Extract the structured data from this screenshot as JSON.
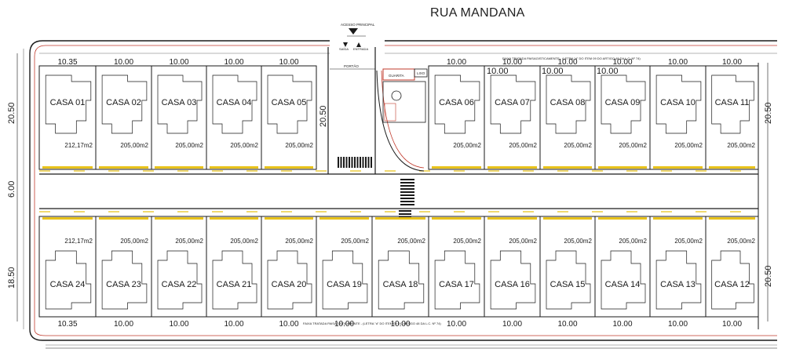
{
  "street_name": "RUA MANDANA",
  "access_label": "ACESSO PRINCIPAL",
  "access_in": "ENTRADA",
  "access_out": "SAÍDA",
  "gate_label": "PORTÃO",
  "guardhouse_label": "GUARITA",
  "trash_label": "LIXO",
  "easement_note_top": "FAIXA TRATADA PAISAGISTICAMENTE - (LETRA \"d\" DO ITEM 09 DO ARTIGO 48 DA L.C. Nº 74)",
  "easement_note_bottom": "FAIXA TRATADA PAISAGISTICAMENTE - (LETRA \"d\" DO ITEM 09 DO ARTIGO 48 DA L.C. Nº 74)",
  "dimensions": {
    "depth_top": "20.50",
    "street_width": "6.00",
    "depth_bottom": "18.50",
    "depth_right_top": "20.50",
    "depth_right_bottom": "20.50",
    "depth_center": "20.50"
  },
  "top_row": [
    {
      "name": "CASA 01",
      "area": "212,17m2",
      "front": "10.35"
    },
    {
      "name": "CASA 02",
      "area": "205,00m2",
      "front": "10.00"
    },
    {
      "name": "CASA 03",
      "area": "205,00m2",
      "front": "10.00"
    },
    {
      "name": "CASA 04",
      "area": "205,00m2",
      "front": "10.00"
    },
    {
      "name": "CASA 05",
      "area": "205,00m2",
      "front": "10.00"
    },
    {
      "name": "CASA 06",
      "area": "205,00m2",
      "front": "10.00"
    },
    {
      "name": "CASA 07",
      "area": "205,00m2",
      "front": "10.00"
    },
    {
      "name": "CASA 08",
      "area": "205,00m2",
      "front": "10.00"
    },
    {
      "name": "CASA 09",
      "area": "205,00m2",
      "front": "10.00"
    },
    {
      "name": "CASA 10",
      "area": "205,00m2",
      "front": "10.00"
    },
    {
      "name": "CASA 11",
      "area": "205,00m2",
      "front": "10.00"
    }
  ],
  "top_inner_dims": [
    "10.00",
    "10.00",
    "10.00"
  ],
  "bottom_row": [
    {
      "name": "CASA 24",
      "area": "212,17m2",
      "front": "10.35"
    },
    {
      "name": "CASA 23",
      "area": "205,00m2",
      "front": "10.00"
    },
    {
      "name": "CASA 22",
      "area": "205,00m2",
      "front": "10.00"
    },
    {
      "name": "CASA 21",
      "area": "205,00m2",
      "front": "10.00"
    },
    {
      "name": "CASA 20",
      "area": "205,00m2",
      "front": "10.00"
    },
    {
      "name": "CASA 19",
      "area": "205,00m2",
      "front": "10.00"
    },
    {
      "name": "CASA 18",
      "area": "205,00m2",
      "front": "10.00"
    },
    {
      "name": "CASA 17",
      "area": "205,00m2",
      "front": "10.00"
    },
    {
      "name": "CASA 16",
      "area": "205,00m2",
      "front": "10.00"
    },
    {
      "name": "CASA 15",
      "area": "205,00m2",
      "front": "10.00"
    },
    {
      "name": "CASA 14",
      "area": "205,00m2",
      "front": "10.00"
    },
    {
      "name": "CASA 13",
      "area": "205,00m2",
      "front": "10.00"
    },
    {
      "name": "CASA 12",
      "area": "205,00m2",
      "front": "10.00"
    }
  ],
  "colors": {
    "wall": "#1a1a1a",
    "accent_red": "#c0392b",
    "accent_yellow": "#e8c21a",
    "line_grey": "#6d6d6d"
  }
}
